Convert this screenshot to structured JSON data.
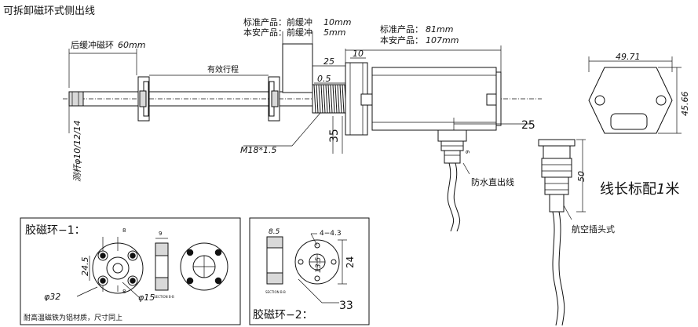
{
  "title": "可拆卸磁环式侧出线",
  "top": {
    "std_label": "标准产品：前缓冲",
    "std_value": "10mm",
    "safe_label": "本安产品：前缓冲",
    "safe_value": "5mm",
    "std_label2": "标准产品：",
    "std_value2": "81mm",
    "safe_label2": "本安产品：",
    "safe_value2": "107mm",
    "rear_label": "后缓冲磁环",
    "rear_value": "60mm",
    "stroke_label": "有效行程",
    "dim_25_top": "25",
    "dim_10": "10",
    "dim_05": "0.5",
    "dim_35": "35",
    "thread": "M18*1.5",
    "rod": "测杆φ10/12/14",
    "dim_25_side": "25",
    "dim_9": "9",
    "waterproof": "防水直出线",
    "dim_50": "50",
    "aviation": "航空插头式",
    "cable_len_a": "线长标配",
    "cable_len_b": "1",
    "cable_len_c": "米",
    "width_dim": "49.71",
    "height_dim": "45.66"
  },
  "ring1": {
    "title": "胶磁环−1：",
    "dim_245": "24.5",
    "dim_32": "φ32",
    "dim_15": "φ15",
    "dim_8": "8",
    "dim_9": "9",
    "section": "SECTION B-B",
    "note": "耐高温磁铁为铝材质，尺寸同上"
  },
  "ring2": {
    "title": "胶磁环−2：",
    "dim_85": "8.5",
    "holes": "4−4.3",
    "dim_135": "13.5",
    "dim_24": "24",
    "dim_33": "33",
    "section": "SECTION B-B"
  }
}
